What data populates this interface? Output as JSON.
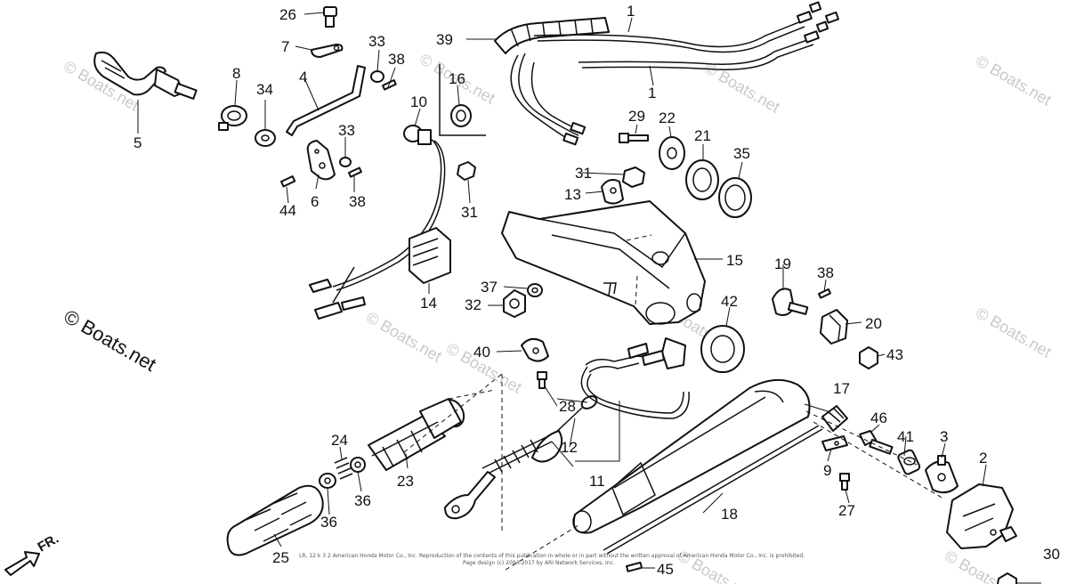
{
  "watermark": {
    "text": "© Boats.net",
    "faint_color": "#c9c9c9",
    "dark_color": "#111111"
  },
  "direction_label": "FR.",
  "copyright_lines": [
    "LR, 12 k 3 2 American Honda Motor Co., Inc. Reproduction of the contents of this publication in whole or in part without the written approval of American Honda Motor Co., Inc. is prohibited.",
    "Page design (c) 2004-2017 by ARI Network Services, Inc."
  ],
  "callouts": {
    "c1a": "1",
    "c1b": "1",
    "c2": "2",
    "c3": "3",
    "c4": "4",
    "c5": "5",
    "c6": "6",
    "c7": "7",
    "c8": "8",
    "c9": "9",
    "c10": "10",
    "c11": "11",
    "c12": "12",
    "c13": "13",
    "c14": "14",
    "c15": "15",
    "c16": "16",
    "c17": "17",
    "c18": "18",
    "c19": "19",
    "c20": "20",
    "c21": "21",
    "c22": "22",
    "c23": "23",
    "c24": "24",
    "c25": "25",
    "c26": "26",
    "c27": "27",
    "c28": "28",
    "c29": "29",
    "c30": "30",
    "c31a": "31",
    "c31b": "31",
    "c32": "32",
    "c33a": "33",
    "c33b": "33",
    "c34": "34",
    "c35": "35",
    "c36a": "36",
    "c36b": "36",
    "c37": "37",
    "c38a": "38",
    "c38b": "38",
    "c38c": "38",
    "c39": "39",
    "c40": "40",
    "c41": "41",
    "c42": "42",
    "c43": "43",
    "c44": "44",
    "c45": "45",
    "c46": "46"
  }
}
